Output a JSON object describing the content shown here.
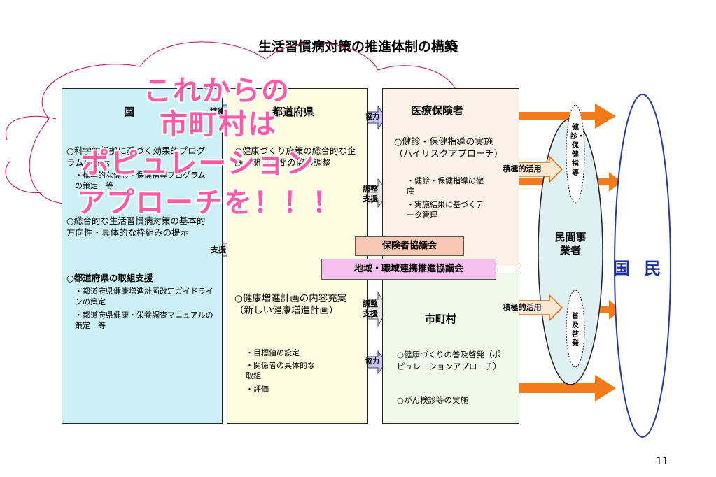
{
  "title": "生活習慣病対策の推進体制の構築",
  "kuni": {
    "header": "国",
    "item1": "○科学的根拠に基づく効果的プログラムの提示",
    "item1_sub": "・標準的な健診・保健指導プログラムの策定　等",
    "item2": "○総合的な生活習慣病対策の基本的方向性・具体的な枠組みの提示",
    "item3": "○都道府県の取組支援",
    "item3_sub1": "・都道府県健康増進計画改定ガイドラインの策定",
    "item3_sub2": "・都道府県健康・栄養調査マニュアルの策定　等"
  },
  "todo": {
    "header": "都道府県",
    "item1": "○健康づくり施策の総合的な企画、関係者間の協議調整",
    "item2": "○健康増進計画の内容充実（新しい健康増進計画）",
    "sub1": "・目標値の設定",
    "sub2": "・関係者の具体的な取組",
    "sub3": "・評価"
  },
  "iryo": {
    "header": "医療保険者",
    "item1": "○健診・保健指導の実施（ハイリスクアプローチ）",
    "sub1": "・健診・保健指導の徹底",
    "sub2": "・実施結果に基づくデータ管理"
  },
  "shi": {
    "header": "市町村",
    "item1": "○健康づくりの普及啓発（ポピュレーションアプローチ）",
    "item2": "○がん検診等の実施"
  },
  "arrows": {
    "gijutsu": "技術",
    "shien": "支援",
    "kyoryoku": "協力",
    "chosei": "調整支援",
    "sekkyoku": "積極的活用"
  },
  "councils": {
    "hoken": "保険者協議会",
    "chiiki": "地域・職域連携推進協議会"
  },
  "minkan": "民間事業者",
  "kenshin_v": "健診・保健指導",
  "fukyu_v": "普及啓発",
  "kokumin": "国 民",
  "overlay": {
    "line1": "これからの",
    "line2": "市町村は",
    "line3": "ポピュレーション",
    "line4": "アプローチを！！！"
  },
  "page_number": "11"
}
